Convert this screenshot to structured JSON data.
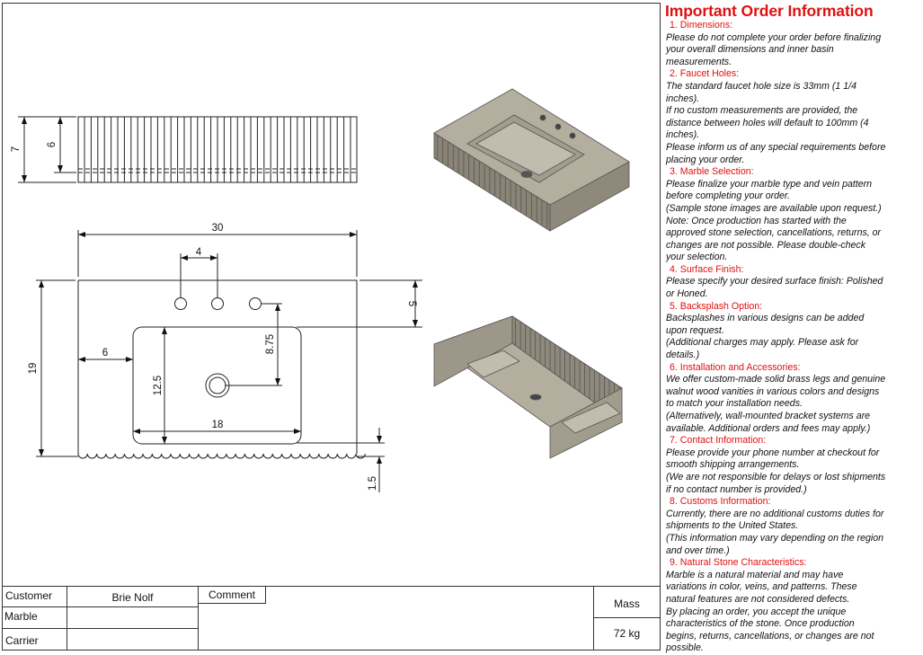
{
  "info": {
    "title": "Important Order Information",
    "sections": [
      {
        "heading": "1. Dimensions:",
        "lines": [
          "Please do not complete your order before finalizing",
          "your overall dimensions and inner basin",
          "measurements."
        ]
      },
      {
        "heading": "2. Faucet Holes:",
        "lines": [
          "The standard faucet hole size is 33mm (1 1/4",
          "inches).",
          "If no custom measurements are provided, the",
          "distance between holes will default to 100mm (4",
          "inches).",
          "Please inform us of any special requirements before",
          "placing your order."
        ]
      },
      {
        "heading": "3. Marble Selection:",
        "lines": [
          "Please finalize your marble type and vein pattern",
          "before completing your order.",
          "(Sample stone images are available upon request.)",
          "Note: Once production has started with the",
          "approved stone selection, cancellations, returns, or",
          "changes are not possible. Please double-check",
          "your selection."
        ]
      },
      {
        "heading": "4. Surface Finish:",
        "lines": [
          "Please specify your desired surface finish: Polished",
          "or Honed."
        ]
      },
      {
        "heading": "5. Backsplash Option:",
        "lines": [
          "Backsplashes in various designs can be added",
          "upon request.",
          "(Additional charges may apply. Please ask for",
          "details.)"
        ]
      },
      {
        "heading": "6. Installation and Accessories:",
        "lines": [
          "We offer custom-made solid brass legs and genuine",
          "walnut wood vanities in various colors and designs",
          "to match your installation needs.",
          "(Alternatively, wall-mounted bracket systems are",
          "available. Additional orders and fees may apply.)"
        ]
      },
      {
        "heading": "7. Contact Information:",
        "lines": [
          "Please provide your phone number at checkout for",
          "smooth shipping arrangements.",
          "(We are not responsible for delays or lost shipments",
          "if no contact number is provided.)"
        ]
      },
      {
        "heading": "8. Customs Information:",
        "lines": [
          "Currently, there are no additional customs duties for",
          "shipments to the United States.",
          "(This information may vary depending on the region",
          "and over time.)"
        ]
      },
      {
        "heading": "9. Natural Stone Characteristics:",
        "lines": [
          "Marble is a natural material and may have",
          "variations in color, veins, and patterns. These",
          "natural features are not considered defects.",
          "By placing an order, you accept the unique",
          "characteristics of the stone. Once production",
          "begins, returns, cancellations, or changes are not",
          "possible."
        ]
      }
    ]
  },
  "drawing": {
    "dimensions": {
      "front_height": "7",
      "front_basin_depth": "6",
      "overall_width": "30",
      "faucet_spacing": "4",
      "faucet_offset": "5",
      "overall_depth": "19",
      "basin_left_offset": "6",
      "drain_offset": "8.75",
      "basin_depth": "12.5",
      "basin_width": "18",
      "front_lip": "1.5"
    },
    "colors": {
      "stone_top": "#b4ae9f",
      "stone_side": "#8f897b",
      "stone_dark": "#6f695c"
    }
  },
  "title_block": {
    "customer_label": "Customer",
    "customer_value": "Brie Nolf",
    "comment_label": "Comment",
    "marble_label": "Marble",
    "marble_value": "",
    "carrier_label": "Carrier",
    "carrier_value": "",
    "mass_label": "Mass",
    "mass_value": "72 kg"
  }
}
